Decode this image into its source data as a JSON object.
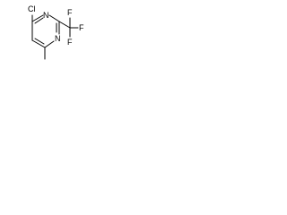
{
  "structure": {
    "atoms": {
      "cl": "Cl",
      "n_top": "N",
      "n_bottom": "N",
      "f_top": "F",
      "f_right": "F",
      "f_bottom": "F"
    },
    "colors": {
      "background": "#ffffff",
      "ink": "#000000"
    }
  }
}
